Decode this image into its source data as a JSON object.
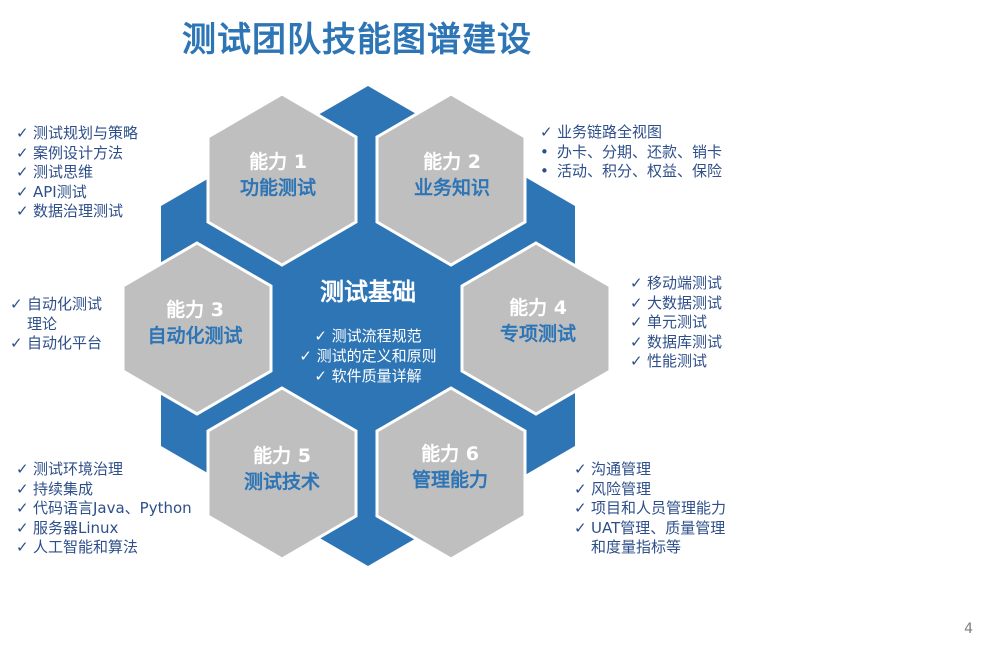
{
  "title": "测试团队技能图谱建设",
  "page_number": "4",
  "colors": {
    "blue": "#2e75b6",
    "gray": "#bfbfbf",
    "text_blue": "#2e4f8a"
  },
  "center": {
    "title": "测试基础",
    "items": [
      "测试流程规范",
      "测试的定义和原则",
      "软件质量详解"
    ]
  },
  "hexes": [
    {
      "num": "能力 1",
      "name": "功能测试"
    },
    {
      "num": "能力 2",
      "name": "业务知识"
    },
    {
      "num": "能力 3",
      "name": "自动化测试"
    },
    {
      "num": "能力 4",
      "name": "专项测试"
    },
    {
      "num": "能力 5",
      "name": "测试技术"
    },
    {
      "num": "能力 6",
      "name": "管理能力"
    }
  ],
  "lists": {
    "ability1": [
      "测试规划与策略",
      "案例设计方法",
      "测试思维",
      "API测试",
      "数据治理测试"
    ],
    "ability2": [
      {
        "mark": "check",
        "text": "业务链路全视图"
      },
      {
        "mark": "bullet",
        "text": "办卡、分期、还款、销卡"
      },
      {
        "mark": "bullet",
        "text": "活动、积分、权益、保险"
      }
    ],
    "ability3": [
      {
        "mark": "check",
        "text": "自动化测试"
      },
      {
        "mark": "none",
        "text": "理论"
      },
      {
        "mark": "check",
        "text": "自动化平台"
      }
    ],
    "ability4": [
      "移动端测试",
      "大数据测试",
      "单元测试",
      "数据库测试",
      "性能测试"
    ],
    "ability5": [
      "测试环境治理",
      "持续集成",
      "代码语言Java、Python",
      "服务器Linux",
      "人工智能和算法"
    ],
    "ability6": [
      {
        "mark": "check",
        "text": "沟通管理"
      },
      {
        "mark": "check",
        "text": "风险管理"
      },
      {
        "mark": "check",
        "text": "项目和人员管理能力"
      },
      {
        "mark": "check",
        "text": "UAT管理、质量管理"
      },
      {
        "mark": "none",
        "text": "和度量指标等"
      }
    ]
  }
}
